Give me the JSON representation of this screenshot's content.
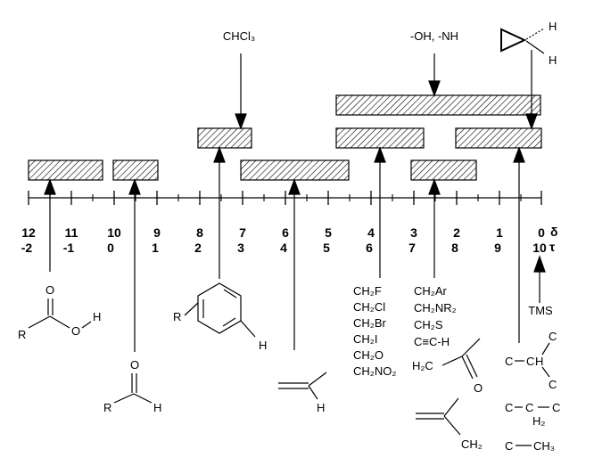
{
  "scale": {
    "delta_ticks": [
      "12",
      "11",
      "10",
      "9",
      "8",
      "7",
      "6",
      "5",
      "4",
      "3",
      "2",
      "1",
      "0"
    ],
    "tau_ticks": [
      "-2",
      "-1",
      "0",
      "1",
      "2",
      "3",
      "4",
      "5",
      "6",
      "7",
      "8",
      "9",
      "10"
    ],
    "delta_symbol": "δ",
    "tau_symbol": "τ"
  },
  "annotations": {
    "chcl3": "CHCl₃",
    "oh_nh": "-OH, -NH",
    "tms": "TMS"
  },
  "halide_group": [
    "CH₂F",
    "CH₂Cl",
    "CH₂Br",
    "CH₂I",
    "CH₂O",
    "CH₂NO₂"
  ],
  "benzylic_group": [
    "CH₂Ar",
    "CH₂NR₂",
    "CH₂S",
    "C≡C-H"
  ],
  "atoms": {
    "O": "O",
    "H": "H",
    "R": "R",
    "C": "C",
    "H2C": "H₂C",
    "CH2": "CH₂",
    "CH3": "CH₃",
    "H2": "H₂"
  },
  "chart_data": {
    "type": "diagram",
    "title": "",
    "x_axis": {
      "direction": "reversed",
      "delta_range": [
        12,
        0
      ],
      "tau_range": [
        -2,
        10
      ]
    },
    "ranges": [
      {
        "row": 3,
        "delta": [
          12.0,
          10.2
        ]
      },
      {
        "row": 3,
        "delta": [
          10.0,
          8.95
        ]
      },
      {
        "row": 2,
        "delta": [
          8.0,
          6.75
        ]
      },
      {
        "row": 3,
        "delta": [
          7.25,
          4.7
        ]
      },
      {
        "row": 1,
        "delta": [
          4.8,
          0.0
        ]
      },
      {
        "row": 2,
        "delta": [
          4.8,
          2.75
        ]
      },
      {
        "row": 3,
        "delta": [
          3.0,
          1.45
        ]
      },
      {
        "row": 2,
        "delta": [
          2.05,
          0.0
        ]
      }
    ],
    "pointers": [
      {
        "delta": 11.5,
        "direction": "up"
      },
      {
        "delta": 9.5,
        "direction": "up"
      },
      {
        "delta": 7.5,
        "direction": "up"
      },
      {
        "delta": 7.3,
        "direction": "down"
      },
      {
        "delta": 5.8,
        "direction": "up"
      },
      {
        "delta": 4.1,
        "direction": "up"
      },
      {
        "delta": 2.6,
        "direction": "down"
      },
      {
        "delta": 2.6,
        "direction": "up"
      },
      {
        "delta": 0.55,
        "direction": "up"
      },
      {
        "delta": 0.2,
        "direction": "down"
      },
      {
        "delta": 0.0,
        "direction": "up"
      }
    ]
  }
}
